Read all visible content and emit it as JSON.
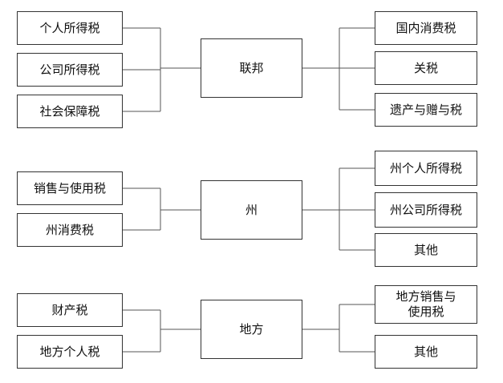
{
  "groups": [
    {
      "center": "联邦",
      "left": [
        "个人所得税",
        "公司所得税",
        "社会保障税"
      ],
      "right": [
        "国内消费税",
        "关税",
        "遗产与赠与税"
      ]
    },
    {
      "center": "州",
      "left": [
        "销售与使用税",
        "州消费税"
      ],
      "right": [
        "州个人所得税",
        "州公司所得税",
        "其他"
      ]
    },
    {
      "center": "地方",
      "left": [
        "财产税",
        "地方个人税"
      ],
      "right": [
        "地方销售与\n使用税",
        "其他"
      ]
    }
  ]
}
